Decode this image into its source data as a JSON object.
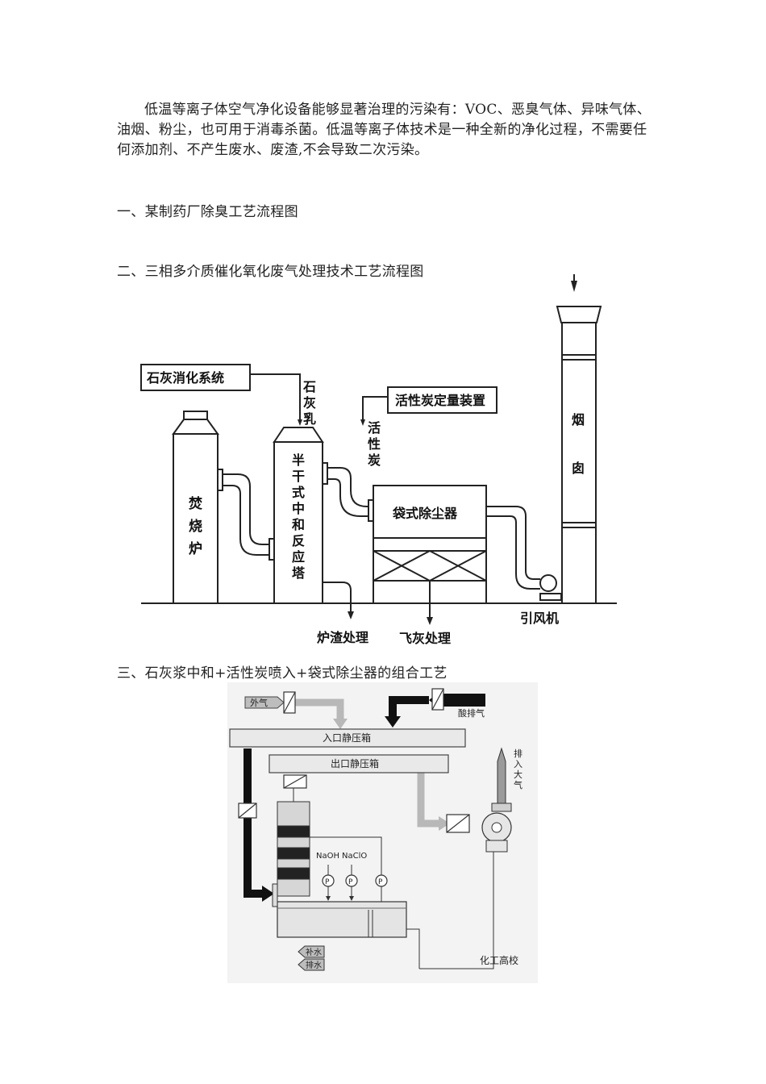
{
  "intro": "低温等离子体空气净化设备能够显著治理的污染有：VOC、恶臭气体、异味气体、油烟、粉尘，也可用于消毒杀菌。低温等离子体技术是一种全新的净化过程，不需要任何添加剂、不产生废水、废渣,不会导致二次污染。",
  "headings": {
    "h1": "一、某制药厂除臭工艺流程图",
    "h2": "二、三相多介质催化氧化废气处理技术工艺流程图",
    "h3": "三、石灰浆中和+活性炭喷入+袋式除尘器的组合工艺"
  },
  "diagram1": {
    "lime_system": "石灰消化系统",
    "lime_milk": [
      "石",
      "灰",
      "乳"
    ],
    "carbon_device": "活性炭定量装置",
    "carbon": [
      "活",
      "性",
      "炭"
    ],
    "incinerator": [
      "焚",
      "烧",
      "炉"
    ],
    "tower": [
      "半",
      "干",
      "式",
      "中",
      "和",
      "反",
      "应",
      "塔"
    ],
    "baghouse": "袋式除尘器",
    "chimney": [
      "烟",
      "囱"
    ],
    "slag": "炉渣处理",
    "fly_ash": "飞灰处理",
    "fan": "引风机"
  },
  "diagram2": {
    "outside_air": "外气",
    "acid_exhaust": "酸排气",
    "inlet_box": "入口静压箱",
    "outlet_box": "出口静压箱",
    "discharge": [
      "排",
      "入",
      "大",
      "气"
    ],
    "naoh": "NaOH",
    "naclo": "NaClO",
    "pump": "P",
    "makeup_water": "补水",
    "drain_water": "排水",
    "watermark": "化工高校"
  }
}
